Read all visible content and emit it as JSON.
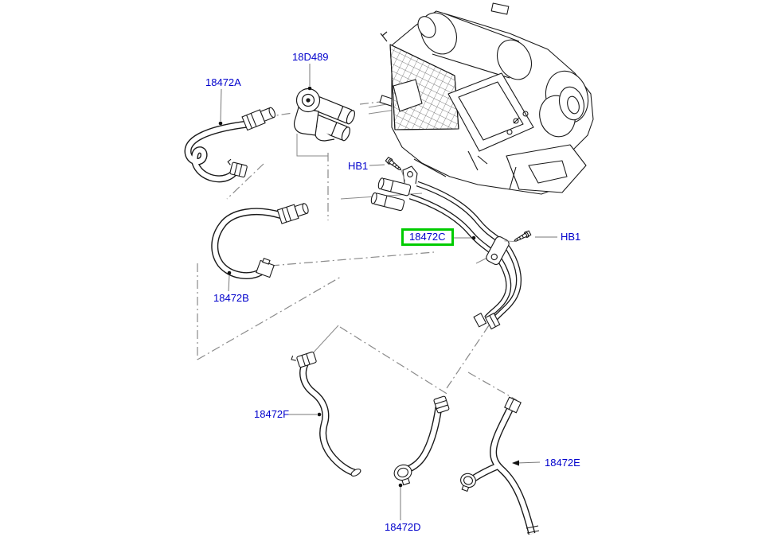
{
  "diagram": {
    "type": "vehicle-parts-diagram",
    "subject": "heater hoses and pipes with heater unit assembly",
    "label_color": "#0000cc",
    "highlight_color": "#00cc00",
    "line_color": "#1a1a1a",
    "phantom_line_color": "#8a8a8a",
    "selected_part": "18472C",
    "labels": {
      "part_18472a": "18472A",
      "part_18d489": "18D489",
      "hb1_left": "HB1",
      "part_18472c": "18472C",
      "hb1_right": "HB1",
      "part_18472b": "18472B",
      "part_18472f": "18472F",
      "part_18472d": "18472D",
      "part_18472e": "18472E"
    }
  }
}
